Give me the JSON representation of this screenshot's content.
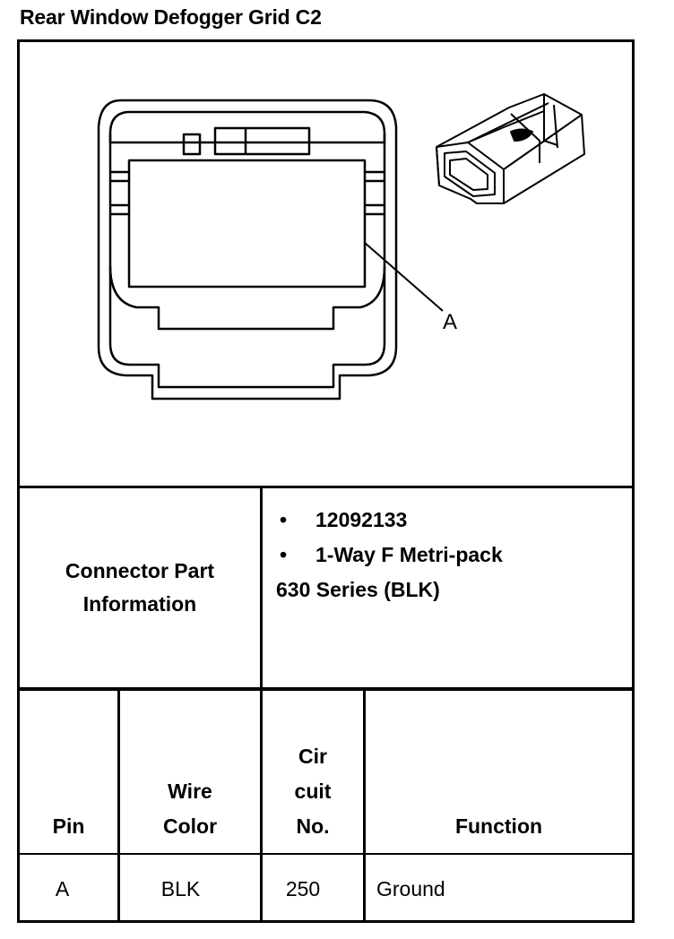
{
  "title": "Rear Window Defogger Grid C2",
  "diagram": {
    "callout_label": "A"
  },
  "connector": {
    "label_line1": "Connector Part",
    "label_line2": "Information",
    "bullets": [
      "12092133",
      "1-Way F Metri-pack"
    ],
    "continuation": "630 Series (BLK)"
  },
  "table": {
    "headers": {
      "pin": "Pin",
      "wire_color": [
        "Wire",
        "Color"
      ],
      "circuit": [
        "Cir",
        "cuit",
        "No."
      ],
      "function": "Function"
    },
    "rows": [
      {
        "pin": "A",
        "wire_color": "BLK",
        "circuit": "250",
        "function": "Ground"
      }
    ]
  }
}
